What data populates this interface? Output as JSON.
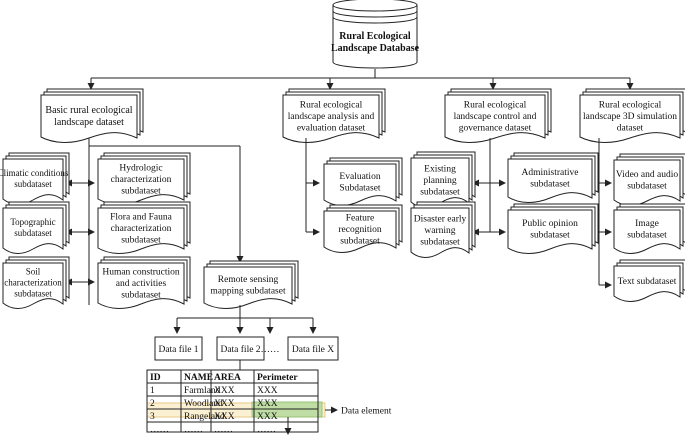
{
  "database": {
    "label_lines": [
      "Rural Ecological",
      "Landscape Database"
    ]
  },
  "datasets": [
    {
      "id": "basic",
      "label_lines": [
        "Basic rural ecological",
        "landscape dataset"
      ]
    },
    {
      "id": "analysis",
      "label_lines": [
        "Rural ecological",
        "landscape analysis and",
        "evaluation dataset"
      ]
    },
    {
      "id": "control",
      "label_lines": [
        "Rural ecological",
        "landscape control and",
        "governance dataset"
      ]
    },
    {
      "id": "sim3d",
      "label_lines": [
        "Rural ecological",
        "landscape 3D simulation",
        "dataset"
      ]
    }
  ],
  "subdatasets": {
    "basic_left": [
      {
        "id": "climatic",
        "label_lines": [
          "Climatic conditions",
          "subdataset"
        ]
      },
      {
        "id": "topographic",
        "label_lines": [
          "Topographic",
          "subdataset"
        ]
      },
      {
        "id": "soil",
        "label_lines": [
          "Soil",
          "characterization",
          "subdataset"
        ]
      }
    ],
    "basic_right": [
      {
        "id": "hydrologic",
        "label_lines": [
          "Hydrologic",
          "characterization",
          "subdataset"
        ]
      },
      {
        "id": "flora",
        "label_lines": [
          "Flora and Fauna",
          "characterization",
          "subdataset"
        ]
      },
      {
        "id": "human",
        "label_lines": [
          "Human construction",
          "and activities",
          "subdataset"
        ]
      }
    ],
    "remote": {
      "id": "remote",
      "label_lines": [
        "Remote sensing",
        "mapping subdataset"
      ]
    },
    "analysis": [
      {
        "id": "evaluation",
        "label_lines": [
          "Evaluation",
          "Subdataset"
        ]
      },
      {
        "id": "feature",
        "label_lines": [
          "Feature",
          "recognition",
          "subdataset"
        ]
      }
    ],
    "control_left": [
      {
        "id": "planning",
        "label_lines": [
          "Existing",
          "planning",
          "subdataset"
        ]
      },
      {
        "id": "warning",
        "label_lines": [
          "Disaster early",
          "warning",
          "subdataset"
        ]
      }
    ],
    "control_right": [
      {
        "id": "administrative",
        "label_lines": [
          "Administrative",
          "subdataset"
        ]
      },
      {
        "id": "opinion",
        "label_lines": [
          "Public opinion",
          "subdataset"
        ]
      }
    ],
    "sim3d": [
      {
        "id": "video",
        "label_lines": [
          "Video and audio",
          "subdataset"
        ]
      },
      {
        "id": "image",
        "label_lines": [
          "Image",
          "subdataset"
        ]
      },
      {
        "id": "text",
        "label_lines": [
          "Text subdataset"
        ]
      }
    ]
  },
  "data_files": [
    "Data file 1",
    "Data file 2",
    "……",
    "Data file X"
  ],
  "table": {
    "headers": [
      "ID",
      "NAME",
      "AREA",
      "Perimeter"
    ],
    "rows": [
      [
        "1",
        "Farmland",
        "XXX",
        "XXX"
      ],
      [
        "2",
        "Woodland",
        "XXX",
        "XXX"
      ],
      [
        "3",
        "Rangeland",
        "XXX",
        "XXX"
      ],
      [
        "……",
        "……",
        "……",
        "……"
      ]
    ]
  },
  "data_element_label": "Data element",
  "colors": {
    "row_highlight": "#fbf0d2",
    "row_highlight_border": "#e8c987",
    "cell_highlight": "#b9dca0",
    "cell_highlight_border": "#8fc173"
  }
}
